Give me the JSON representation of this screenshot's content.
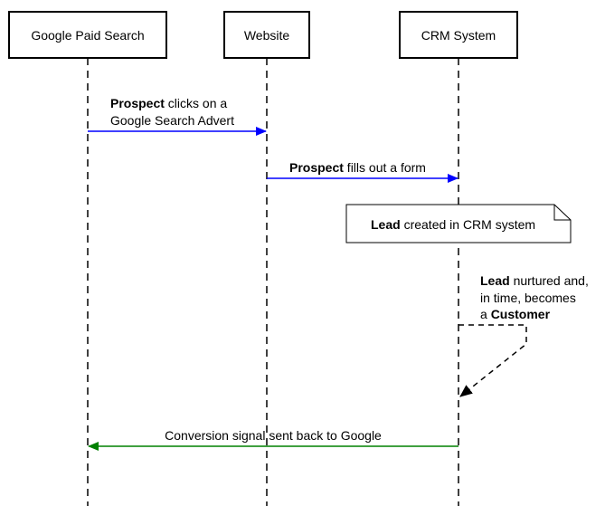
{
  "participants": [
    {
      "label": "Google Paid Search"
    },
    {
      "label": "Website"
    },
    {
      "label": "CRM System"
    }
  ],
  "messages": [
    {
      "from": "Google Paid Search",
      "to": "Website",
      "color": "#0000ff",
      "line1_bold": "Prospect",
      "line1_rest": " clicks on a",
      "line2": "Google Search Advert"
    },
    {
      "from": "Website",
      "to": "CRM System",
      "color": "#0000ff",
      "line1_bold": "Prospect",
      "line1_rest": " fills out a form"
    },
    {
      "from": "CRM System",
      "to": "Google Paid Search",
      "color": "#008000",
      "label": "Conversion signal sent back to Google"
    }
  ],
  "note": {
    "bold": "Lead",
    "rest": " created in CRM system"
  },
  "self_message": {
    "participant": "CRM System",
    "line1_bold": "Lead",
    "line1_rest": " nurtured and,",
    "line2": "in time, becomes",
    "line3_prefix": "a ",
    "line3_bold": "Customer"
  }
}
